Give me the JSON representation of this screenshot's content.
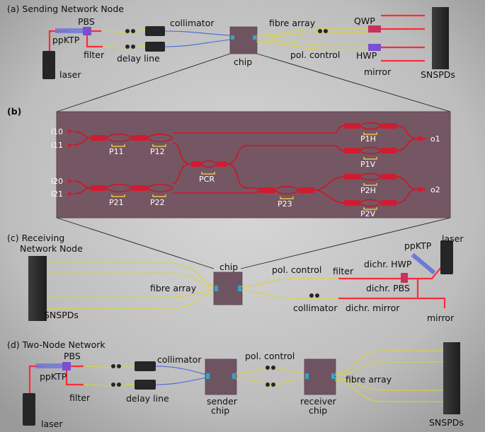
{
  "panels": {
    "a": {
      "title": "(a) Sending Network Node",
      "labels": {
        "ppktp": "ppKTP",
        "pbs": "PBS",
        "laser": "laser",
        "filter": "filter",
        "delay_line": "delay line",
        "collimator": "collimator",
        "chip": "chip",
        "fibre_array": "fibre array",
        "pol_control": "pol. control",
        "qwp": "QWP",
        "hwp": "HWP",
        "mirror": "mirror",
        "snspds": "SNSPDs"
      }
    },
    "b": {
      "title": "(b)",
      "inputs": [
        "i10",
        "i11",
        "i20",
        "i21"
      ],
      "outputs": [
        "o1",
        "o2"
      ],
      "phase_shifters": [
        "P11",
        "P12",
        "PCR",
        "P1H",
        "P1V",
        "P21",
        "P22",
        "P23",
        "P2H",
        "P2V"
      ]
    },
    "c": {
      "title_line1": "(c) Receiving",
      "title_line2": "Network Node",
      "labels": {
        "snspds": "SNSPDs",
        "fibre_array": "fibre array",
        "chip": "chip",
        "pol_control": "pol. control",
        "collimator": "collimator",
        "filter": "filter",
        "dichr_hwp": "dichr. HWP",
        "dichr_pbs": "dichr. PBS",
        "dichr_mirror": "dichr. mirror",
        "ppktp": "ppKTP",
        "laser": "laser",
        "mirror": "mirror"
      }
    },
    "d": {
      "title": "(d) Two-Node Network",
      "labels": {
        "pbs": "PBS",
        "ppktp": "ppKTP",
        "filter": "filter",
        "laser": "laser",
        "collimator": "collimator",
        "delay_line": "delay line",
        "sender_chip_1": "sender",
        "sender_chip_2": "chip",
        "pol_control": "pol. control",
        "receiver_chip_1": "receiver",
        "receiver_chip_2": "chip",
        "fibre_array": "fibre array",
        "snspds": "SNSPDs"
      }
    }
  },
  "colors": {
    "background_center": "#d6d6d6",
    "background_edge": "#9c9c9c",
    "chip": "#6e5460",
    "panel_b": "#745763",
    "waveguide": "#c61a2c",
    "fibre": "#d9d43a",
    "fibre_blue": "#4a66d8",
    "laser_beam": "#ff2b3a",
    "heater": "#e7c24a",
    "detector": "#2e2e2e",
    "coupler": "#35a3cf"
  }
}
